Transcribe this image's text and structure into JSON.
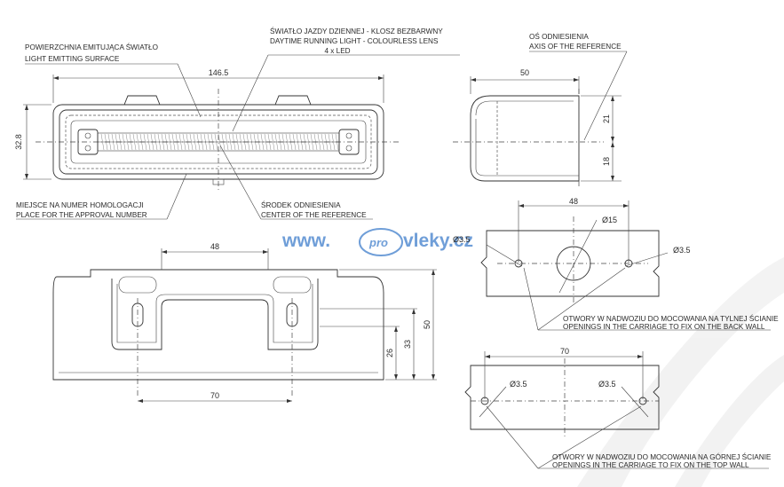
{
  "labels": {
    "emitting_pl": "POWIERZCHNIA EMITUJĄCA ŚWIATŁO",
    "emitting_en": "LIGHT EMITTING SURFACE",
    "drl_pl": "ŚWIATŁO JAZDY DZIENNEJ - KLOSZ BEZBARWNY",
    "drl_en": "DAYTIME RUNNING LIGHT - COLOURLESS LENS",
    "drl_led": "4 x LED",
    "axis_pl": "OŚ ODNIESIENIA",
    "axis_en": "AXIS OF THE REFERENCE",
    "approval_pl": "MIEJSCE NA NUMER HOMOLOGACJI",
    "approval_en": "PLACE FOR THE APPROVAL NUMBER",
    "center_pl": "ŚRODEK ODNIESIENIA",
    "center_en": "CENTER OF THE REFERENCE",
    "back_pl": "OTWORY W NADWOZIU DO MOCOWANIA NA TYLNEJ ŚCIANIE",
    "back_en": "OPENINGS IN THE CARRIAGE TO FIX ON THE BACK WALL",
    "top_pl": "OTWORY W NADWOZIU DO MOCOWANIA NA GÓRNEJ ŚCIANIE",
    "top_en": "OPENINGS IN THE CARRIAGE TO FIX ON THE TOP WALL"
  },
  "dimensions": {
    "front_width": "146.5",
    "front_height": "32.8",
    "side_width": "50",
    "side_upper": "21",
    "side_lower": "18",
    "back_holes_spacing": "48",
    "back_center_hole": "Ø15",
    "back_left_hole": "Ø3.5",
    "back_right_hole": "Ø3.5",
    "bottom_top_spacing": "48",
    "bottom_bottom_spacing": "70",
    "bottom_h1": "26",
    "bottom_h2": "33",
    "bottom_h3": "50",
    "top_holes_spacing": "70",
    "top_left_hole": "Ø3.5",
    "top_right_hole": "Ø3.5"
  },
  "watermark": {
    "prefix": "www.",
    "logo": "pro",
    "suffix": "vleky.cz",
    "color": "#6f9ed8"
  }
}
